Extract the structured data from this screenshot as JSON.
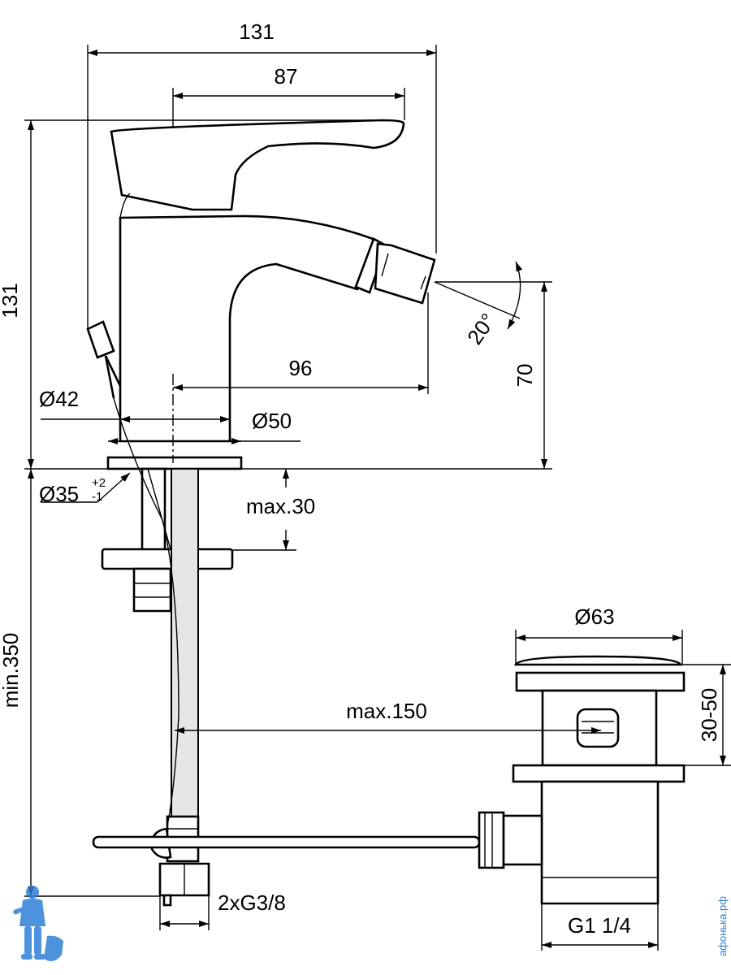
{
  "dimensions": {
    "width_total": "131",
    "width_lever": "87",
    "height_total": "131",
    "spout_angle": "20°",
    "spout_reach": "96",
    "spout_height": "70",
    "base_diam_42": "Ø42",
    "base_diam_50": "Ø50",
    "hole_diam": "Ø35",
    "hole_tol_plus": "+2",
    "hole_tol_minus": "-1",
    "deck_thickness": "max.30",
    "hose_length": "min.350",
    "rod_length": "max.150",
    "waste_diam": "Ø63",
    "waste_range": "30-50",
    "connection_thread": "2xG3/8",
    "waste_thread": "G1 1/4"
  },
  "watermark": {
    "text": "афонька.рф",
    "color": "#2f7fd6"
  }
}
